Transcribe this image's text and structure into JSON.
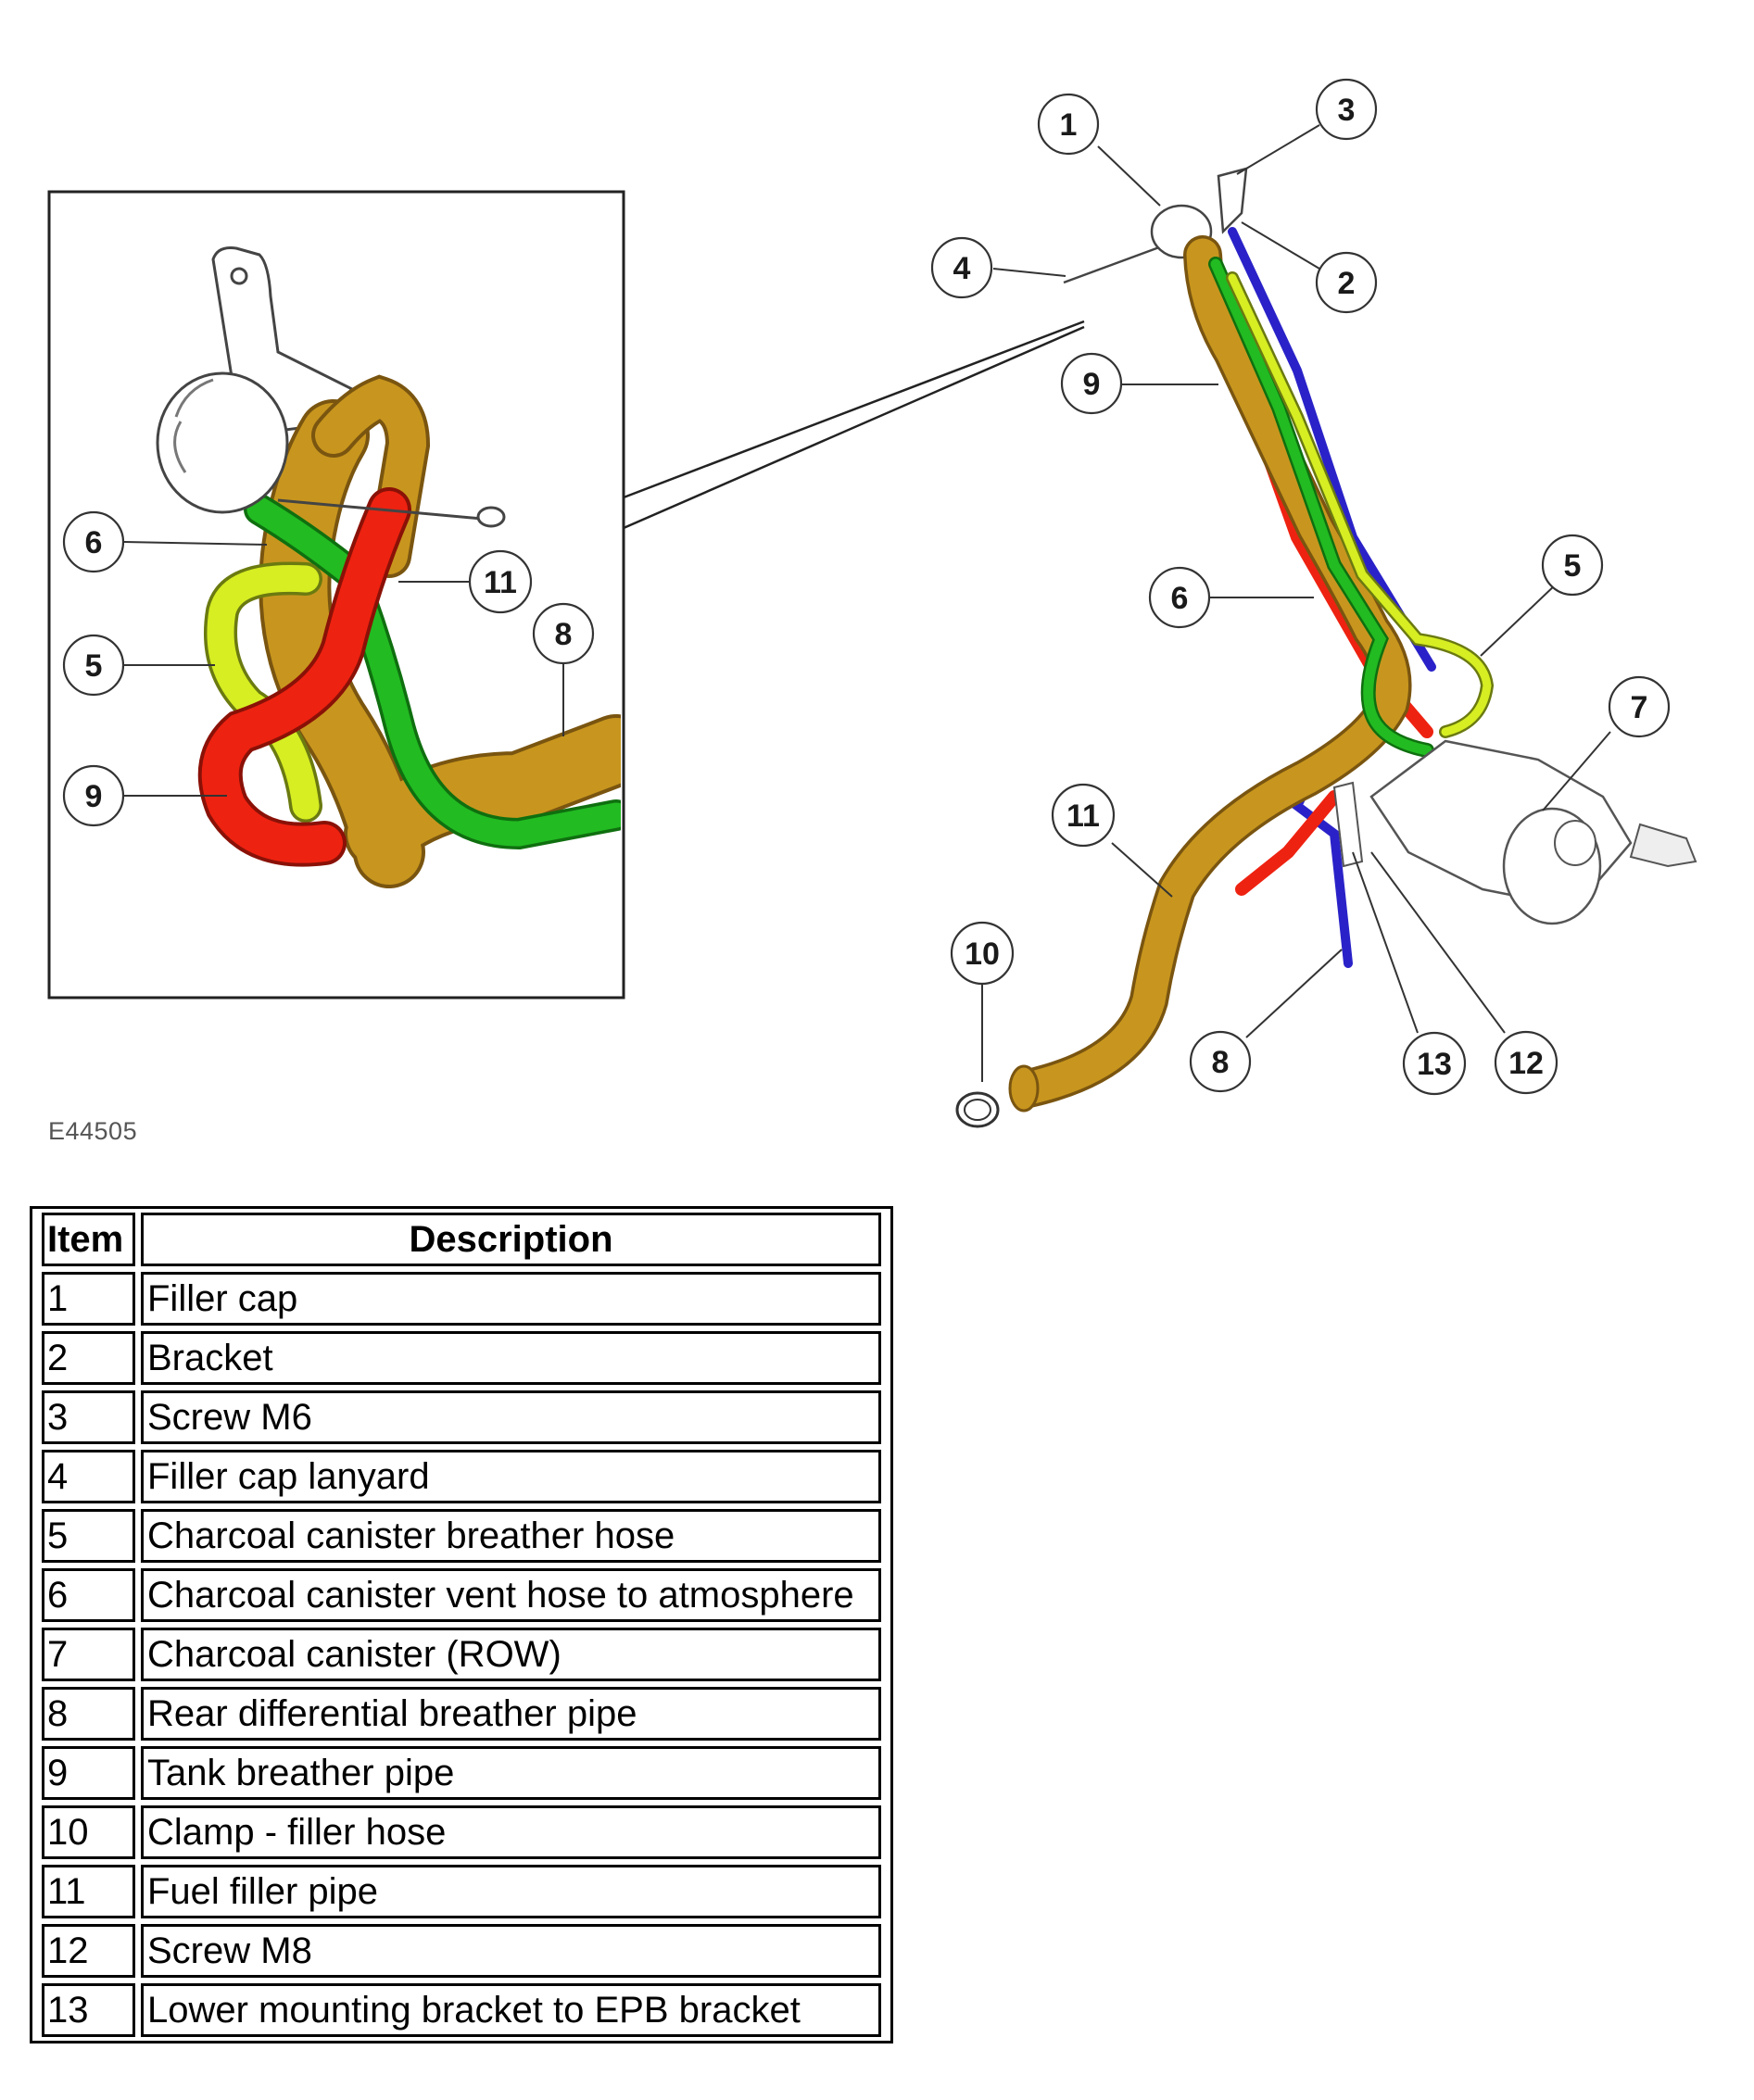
{
  "figure_id": "E44505",
  "callouts_main": [
    "1",
    "2",
    "3",
    "4",
    "5",
    "6",
    "7",
    "8",
    "9",
    "10",
    "11",
    "12",
    "13"
  ],
  "callouts_inset": [
    "6",
    "5",
    "9",
    "11",
    "8"
  ],
  "colors": {
    "fuel_filler_pipe": "#c8961e",
    "tank_breather_pipe": "#ee2211",
    "vent_hose": "#22bb22",
    "breather_hose": "#d6ee22",
    "diff_breather": "#2a22c8"
  },
  "table": {
    "header_item": "Item",
    "header_description": "Description",
    "rows": [
      {
        "item": "1",
        "description": "Filler cap"
      },
      {
        "item": "2",
        "description": "Bracket"
      },
      {
        "item": "3",
        "description": "Screw M6"
      },
      {
        "item": "4",
        "description": "Filler cap lanyard"
      },
      {
        "item": "5",
        "description": "Charcoal canister breather hose"
      },
      {
        "item": "6",
        "description": "Charcoal canister vent hose to atmosphere"
      },
      {
        "item": "7",
        "description": "Charcoal canister (ROW)"
      },
      {
        "item": "8",
        "description": "Rear differential breather pipe"
      },
      {
        "item": "9",
        "description": "Tank breather pipe"
      },
      {
        "item": "10",
        "description": "Clamp - filler hose"
      },
      {
        "item": "11",
        "description": "Fuel filler pipe"
      },
      {
        "item": "12",
        "description": "Screw M8"
      },
      {
        "item": "13",
        "description": "Lower mounting bracket to EPB bracket"
      }
    ]
  }
}
